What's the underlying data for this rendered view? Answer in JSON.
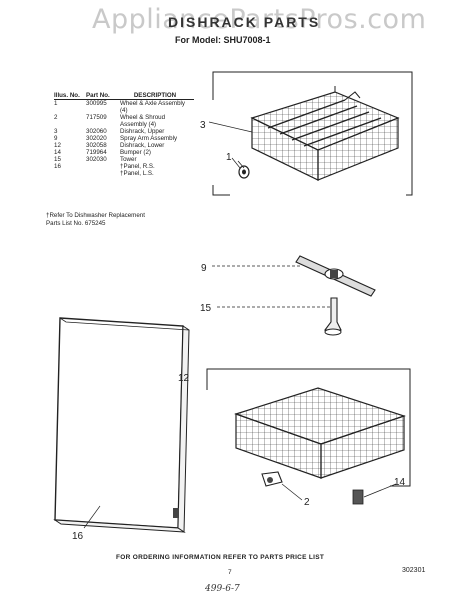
{
  "watermark": "AppliancePartsPros.com",
  "header": {
    "title": "DISHRACK PARTS",
    "subtitle": "For Model: SHU7008-1"
  },
  "parts_table": {
    "headers": [
      "Illus. No.",
      "Part No.",
      "DESCRIPTION"
    ],
    "rows": [
      {
        "illus": "1",
        "part": "300995",
        "desc": "Wheel & Axle Assembly (4)"
      },
      {
        "illus": "2",
        "part": "717509",
        "desc": "Wheel & Shroud Assembly (4)"
      },
      {
        "illus": "3",
        "part": "302060",
        "desc": "Dishrack, Upper"
      },
      {
        "illus": "9",
        "part": "302020",
        "desc": "Spray Arm Assembly"
      },
      {
        "illus": "12",
        "part": "302058",
        "desc": "Dishrack, Lower"
      },
      {
        "illus": "14",
        "part": "719964",
        "desc": "Bumper (2)"
      },
      {
        "illus": "15",
        "part": "302030",
        "desc": "Tower"
      },
      {
        "illus": "16",
        "part": "",
        "desc": "†Panel, R.S."
      },
      {
        "illus": "",
        "part": "",
        "desc": "†Panel, L.S."
      }
    ],
    "note_line1": "†Refer To Dishwasher Replacement",
    "note_line2": "Parts List No. 675245"
  },
  "callouts": {
    "c3": "3",
    "c1": "1",
    "c9": "9",
    "c15": "15",
    "c12": "12",
    "c2": "2",
    "c14": "14",
    "c16": "16"
  },
  "footer": {
    "ordering": "FOR ORDERING INFORMATION REFER TO PARTS PRICE LIST",
    "page": "7",
    "doc_number": "302301",
    "handwritten": "499-6-7"
  }
}
